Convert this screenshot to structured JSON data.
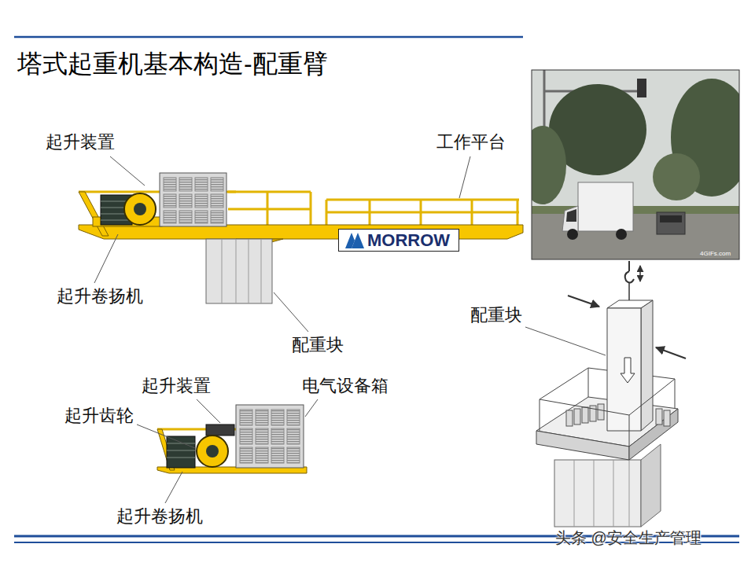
{
  "diagram": {
    "title": "塔式起重机基本构造-配重臂",
    "nodes": [
      {
        "text": [
          "MORROW"
        ]
      }
    ],
    "labels": [
      "起升装置",
      "工作平台",
      "起升卷扬机",
      "配重块",
      "起升装置",
      "电气设备箱",
      "起升齿轮",
      "起升卷扬机",
      "配重块",
      "4GIFs.com",
      "头条 @安全生产管理"
    ]
  }
}
